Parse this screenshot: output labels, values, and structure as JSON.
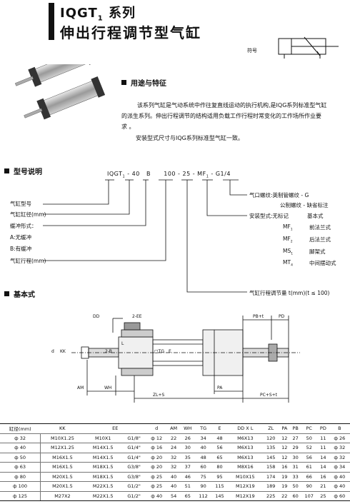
{
  "header": {
    "title_model": "IQGT",
    "title_sub": "1",
    "title_series": "系列",
    "subtitle": "伸出行程调节型气缸",
    "symbol_label": "符号"
  },
  "usage": {
    "heading": "用途与特征",
    "para1_line1": "该系列气缸是气动系统中作往复直线运动的执行机构,是IQG系列标准型气缸",
    "para1_line2": "的派生系列。伸出行程调节的结构适用负载工作行程时常变化的工作场所作业要",
    "para1_line3": "求 。",
    "para2": "安装型式尺寸与IQG系列标准型气缸一致。"
  },
  "model_desc": {
    "heading": "型号说明",
    "code": {
      "model": "IQGT",
      "model_sub": "1",
      "bore": "40",
      "cushion": "B",
      "stroke": "100",
      "adjust": "25",
      "mount": "MF",
      "mount_sub": "1",
      "port": "G1/4"
    },
    "left_labels": [
      "气缸型号",
      "气缸缸径(mm)",
      "缓冲形式：",
      "A:无缓冲",
      "B:有缓冲",
      "气缸行程(mm)"
    ],
    "port_title": "气口螺纹:英制管螺纹 - G",
    "port_title2": "公制螺纹 - 缺省标注",
    "mount_title": "安装型式:无标记",
    "mount_title_value": "基本式",
    "mount_options": [
      {
        "code": "MF",
        "sub": "1",
        "name": "前法兰式"
      },
      {
        "code": "MF",
        "sub": "2",
        "name": "后法兰式"
      },
      {
        "code": "MS",
        "sub": "1",
        "name": "脚架式"
      },
      {
        "code": "MT",
        "sub": "4",
        "name": "中间摆动式"
      }
    ],
    "adjust_label": "气缸行程调节量 t(mm)(t ≤ 100)"
  },
  "basic": {
    "heading": "基本式",
    "dims": [
      "DD",
      "2-EE",
      "PB+t",
      "PD",
      "d",
      "KK",
      "2-B",
      "L",
      "□TG",
      "E",
      "AM",
      "WH",
      "ZL+S",
      "PA",
      "PC+S+t"
    ]
  },
  "spec_table": {
    "headers": [
      "缸径(mm)",
      "KK",
      "EE",
      "d",
      "AM",
      "WH",
      "TG",
      "E",
      "DD X L",
      "ZL",
      "PA",
      "PB",
      "PC",
      "PD",
      "B"
    ],
    "rows": [
      [
        "ф 32",
        "M10X1.25",
        "M10X1",
        "G1/8\"",
        "ф 12",
        "22",
        "26",
        "34",
        "48",
        "M6X13",
        "120",
        "12",
        "27",
        "50",
        "11",
        "ф 26"
      ],
      [
        "ф 40",
        "M12X1.25",
        "M14X1.5",
        "G1/4\"",
        "ф 16",
        "24",
        "30",
        "40",
        "56",
        "M6X13",
        "135",
        "12",
        "29",
        "52",
        "11",
        "ф 32"
      ],
      [
        "ф 50",
        "M16X1.5",
        "M14X1.5",
        "G1/4\"",
        "ф 20",
        "32",
        "35",
        "48",
        "65",
        "M6X13",
        "145",
        "12",
        "30",
        "56",
        "14",
        "ф 32"
      ],
      [
        "ф 63",
        "M16X1.5",
        "M18X1.5",
        "G3/8\"",
        "ф 20",
        "32",
        "37",
        "60",
        "80",
        "M8X16",
        "158",
        "16",
        "31",
        "61",
        "14",
        "ф 34"
      ],
      [
        "ф 80",
        "M20X1.5",
        "M18X1.5",
        "G3/8\"",
        "ф 25",
        "40",
        "46",
        "75",
        "95",
        "M10X15",
        "174",
        "19",
        "33",
        "66",
        "16",
        "ф 40"
      ],
      [
        "ф 100",
        "M20X1.5",
        "M22X1.5",
        "G1/2\"",
        "ф 25",
        "40",
        "51",
        "90",
        "115",
        "M12X19",
        "189",
        "19",
        "50",
        "90",
        "21",
        "ф 40"
      ],
      [
        "ф 125",
        "M27X2",
        "M22X1.5",
        "G1/2\"",
        "ф 40",
        "54",
        "65",
        "112",
        "145",
        "M12X19",
        "225",
        "22",
        "60",
        "107",
        "25",
        "ф 60"
      ]
    ]
  }
}
